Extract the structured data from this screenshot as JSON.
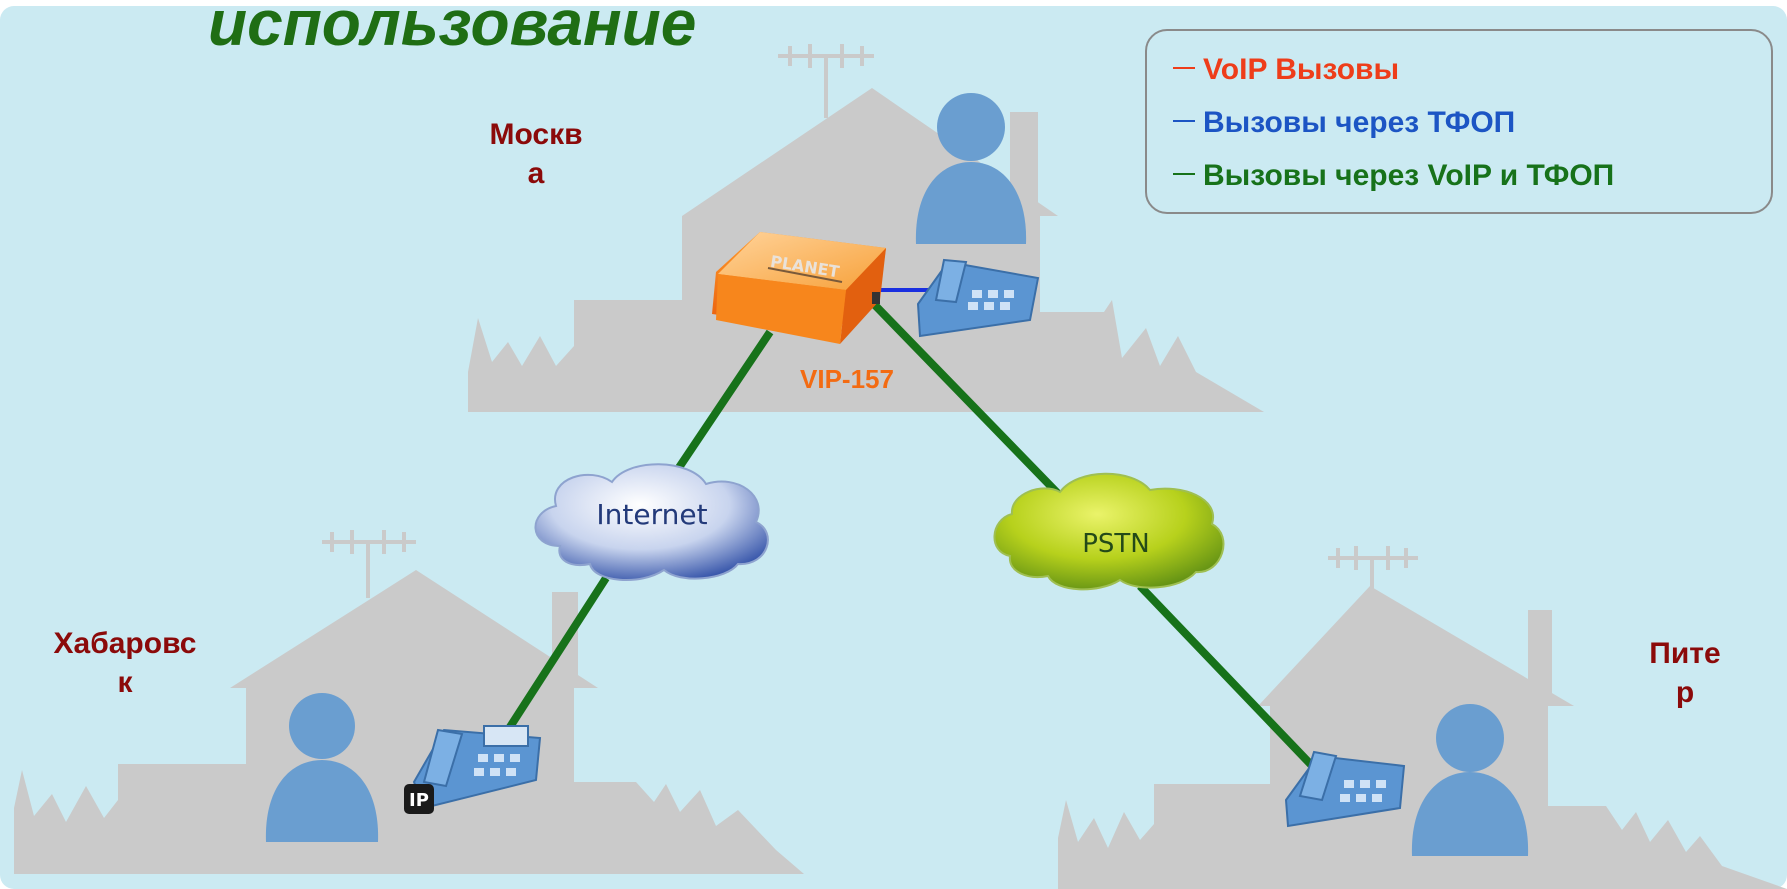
{
  "title": "использование",
  "legend": {
    "items": [
      {
        "label": "VoIP Вызовы",
        "color": "#ee3d1a"
      },
      {
        "label": "Вызовы через ТФОП",
        "color": "#1c55c4"
      },
      {
        "label": "Вызовы через  VoIP и ТФОП",
        "color": "#17721a"
      }
    ]
  },
  "cities": {
    "moscow": [
      "Москв",
      "а"
    ],
    "khabarovsk": [
      "Хабаровс",
      "к"
    ],
    "piter": [
      "Пите",
      "р"
    ]
  },
  "device": {
    "model": "VIP-157",
    "brand": "PLANET"
  },
  "clouds": {
    "internet": "Internet",
    "pstn": "PSTN"
  },
  "badges": {
    "ip": "IP"
  },
  "colors": {
    "background": "#cbeaf2",
    "house": "#cacaca",
    "person": "#6a9ed0",
    "phone": "#5b95d2",
    "link_mixed": "#17721a",
    "link_pstn": "#1a2fe0",
    "device": "#f7861c"
  },
  "icons": [
    "house-icon",
    "person-icon",
    "phone-icon",
    "ip-phone-icon",
    "gateway-icon",
    "internet-cloud-icon",
    "pstn-cloud-icon",
    "antenna-icon"
  ]
}
